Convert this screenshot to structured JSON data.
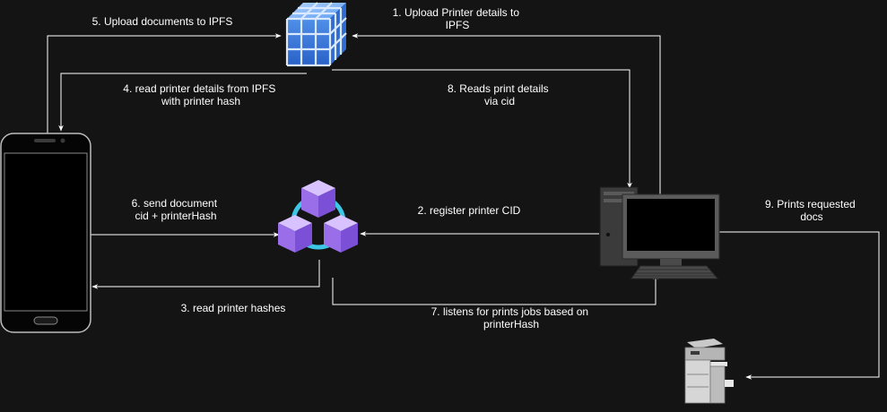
{
  "nodes": {
    "ipfs": {
      "icon": "ipfs-cube-icon"
    },
    "phone": {
      "icon": "smartphone-icon"
    },
    "blockchain": {
      "icon": "blockchain-cubes-icon"
    },
    "computer": {
      "icon": "desktop-computer-icon"
    },
    "printer": {
      "icon": "office-printer-icon"
    }
  },
  "edges": [
    {
      "id": "e1",
      "from": "computer",
      "to": "ipfs",
      "lines": [
        "1. Upload Printer details to",
        "IPFS"
      ]
    },
    {
      "id": "e2",
      "from": "computer",
      "to": "blockchain",
      "lines": [
        "2. register printer CID"
      ]
    },
    {
      "id": "e3",
      "from": "blockchain",
      "to": "phone",
      "lines": [
        "3. read printer hashes"
      ]
    },
    {
      "id": "e4",
      "from": "ipfs",
      "to": "phone",
      "lines": [
        "4. read printer details from IPFS",
        "with printer hash"
      ]
    },
    {
      "id": "e5",
      "from": "phone",
      "to": "ipfs",
      "lines": [
        "5. Upload documents to IPFS"
      ]
    },
    {
      "id": "e6",
      "from": "phone",
      "to": "blockchain",
      "lines": [
        "6. send document",
        "cid + printerHash"
      ]
    },
    {
      "id": "e7",
      "from": "blockchain",
      "to": "computer",
      "lines": [
        "7. listens for prints jobs based on",
        "printerHash"
      ]
    },
    {
      "id": "e8",
      "from": "ipfs",
      "to": "computer",
      "lines": [
        "8. Reads print details",
        "via cid"
      ]
    },
    {
      "id": "e9",
      "from": "computer",
      "to": "printer",
      "lines": [
        "9. Prints requested",
        "docs"
      ]
    }
  ],
  "colors": {
    "background": "#141414",
    "line": "#ffffff",
    "ipfs_blue": "#3b82e0",
    "chain_purple": "#9a6ee8",
    "chain_ring": "#3ec6e6"
  }
}
